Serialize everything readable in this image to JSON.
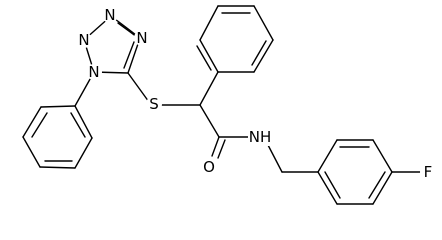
{
  "structure": {
    "atom_labels": {
      "n_tet_top": "N",
      "n_tet_upper_left": "N",
      "n_tet_right": "N",
      "n_tet_phenyl": "N",
      "sulfur": "S",
      "oxygen": "O",
      "amide_nh": "NH",
      "fluorine": "F"
    }
  }
}
